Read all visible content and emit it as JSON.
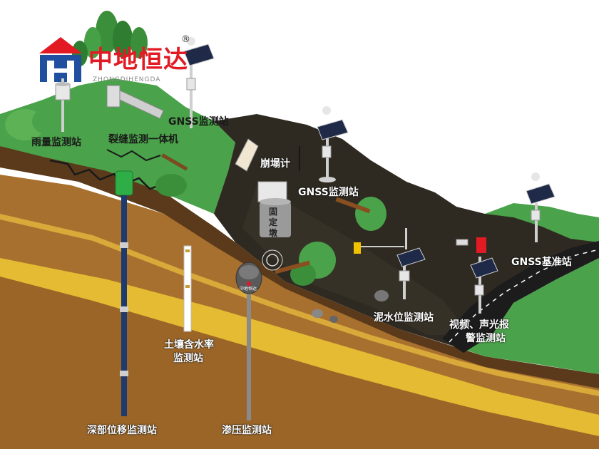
{
  "logo": {
    "brand": "中地恒达",
    "sub": "ZHONGDIHENGDA",
    "reg": "®"
  },
  "labels": {
    "rain": "雨量监测站",
    "crack": "裂缝监测一体机",
    "gnss_top": "GNSS监测站",
    "collapse": "崩塌计",
    "gnss_mid": "GNSS监测站",
    "fixed_pier": "固定墩",
    "soil_line1": "土壤含水率",
    "soil_line2": "监测站",
    "mud": "泥水位监测站",
    "video_line1": "视频、声光报",
    "video_line2": "警监测站",
    "gnss_base": "GNSS基准站",
    "deep": "深部位移监测站",
    "seepage": "渗压监测站"
  },
  "device_text": {
    "seepage_head": "中地恒达"
  },
  "colors": {
    "grass": "#3f9a3c",
    "grass_dark": "#2b7a2d",
    "slope": "#2f2b24",
    "soil_brown": "#8a5a22",
    "soil_yellow": "#e8c23a",
    "road": "#1c1c1c",
    "logo_red": "#e21a23",
    "logo_blue": "#1f4f9e"
  }
}
